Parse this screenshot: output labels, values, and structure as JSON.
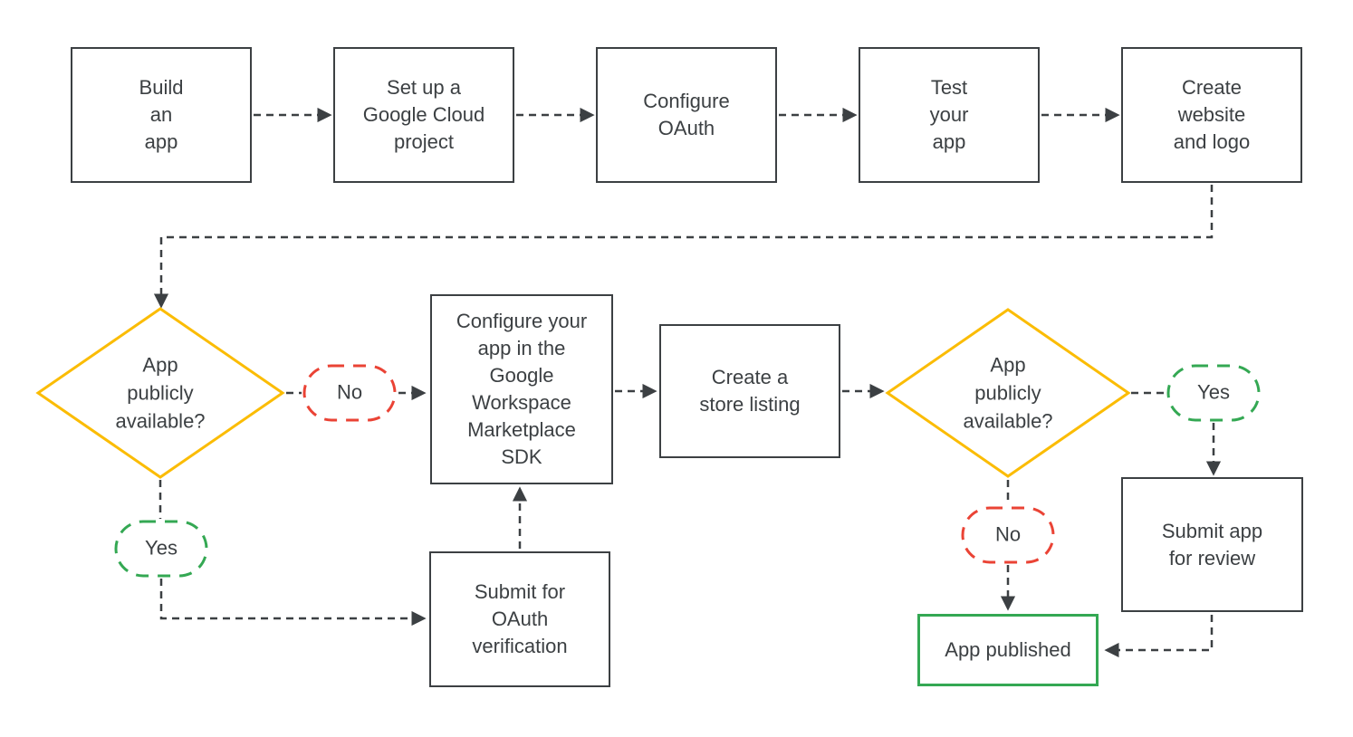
{
  "diagram": {
    "steps": {
      "build_app": "Build\nan\napp",
      "setup_project": "Set up a\nGoogle Cloud\nproject",
      "configure_oauth": "Configure\nOAuth",
      "test_app": "Test\nyour\napp",
      "create_website": "Create\nwebsite\nand logo",
      "configure_sdk": "Configure your\napp in the\nGoogle\nWorkspace\nMarketplace\nSDK",
      "store_listing": "Create a\nstore listing",
      "submit_oauth": "Submit for\nOAuth\nverification",
      "submit_review": "Submit app\nfor review",
      "app_published": "App published"
    },
    "decisions": {
      "left": "App\npublicly\navailable?",
      "right": "App\npublicly\navailable?"
    },
    "branches": {
      "left_no": "No",
      "left_yes": "Yes",
      "right_yes": "Yes",
      "right_no": "No"
    },
    "colors": {
      "line_and_text": "#3c4043",
      "decision_border": "#fbbc04",
      "no_border": "#ea4335",
      "yes_border": "#34a853",
      "published_border": "#34a853",
      "background": "#ffffff"
    }
  }
}
